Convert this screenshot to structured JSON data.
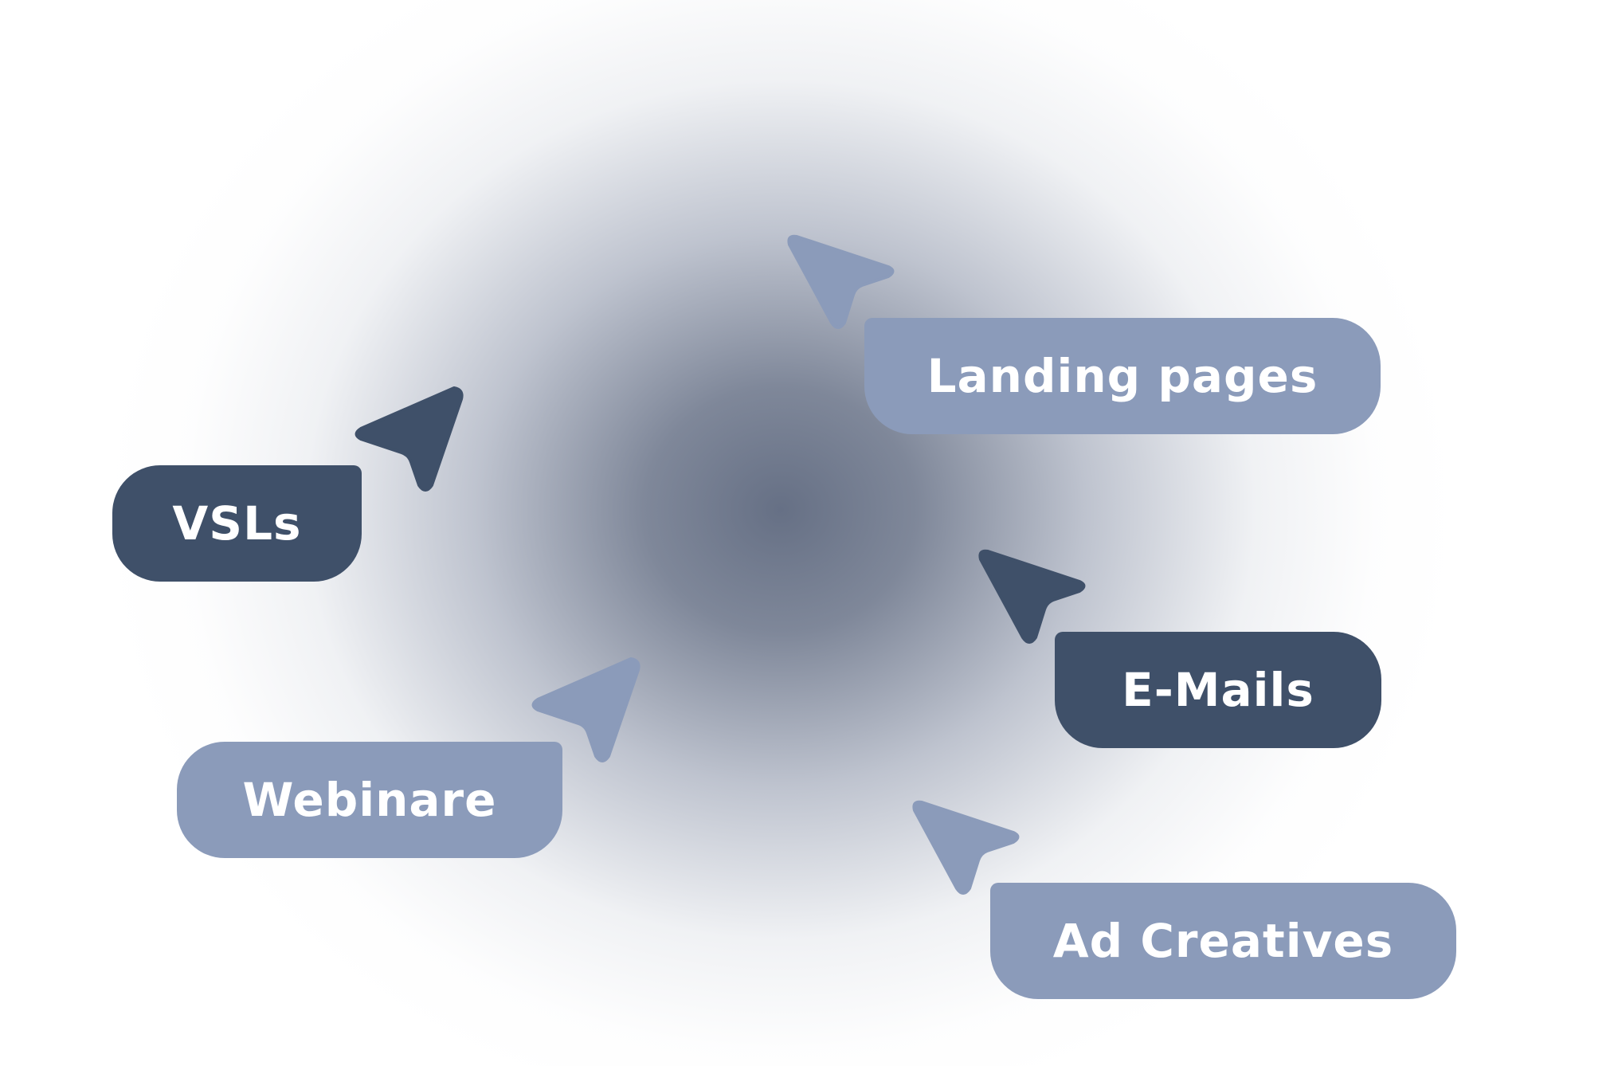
{
  "labels": {
    "vsls": "VSLs",
    "landing_pages": "Landing pages",
    "emails": "E-Mails",
    "webinare": "Webinare",
    "ad_creatives": "Ad Creatives"
  },
  "colors": {
    "dark": "#3f5069",
    "light": "#8b9bba",
    "glow_center": "#667085",
    "background": "#ffffff"
  },
  "icons": {
    "cursor": "cursor-arrow-icon"
  }
}
